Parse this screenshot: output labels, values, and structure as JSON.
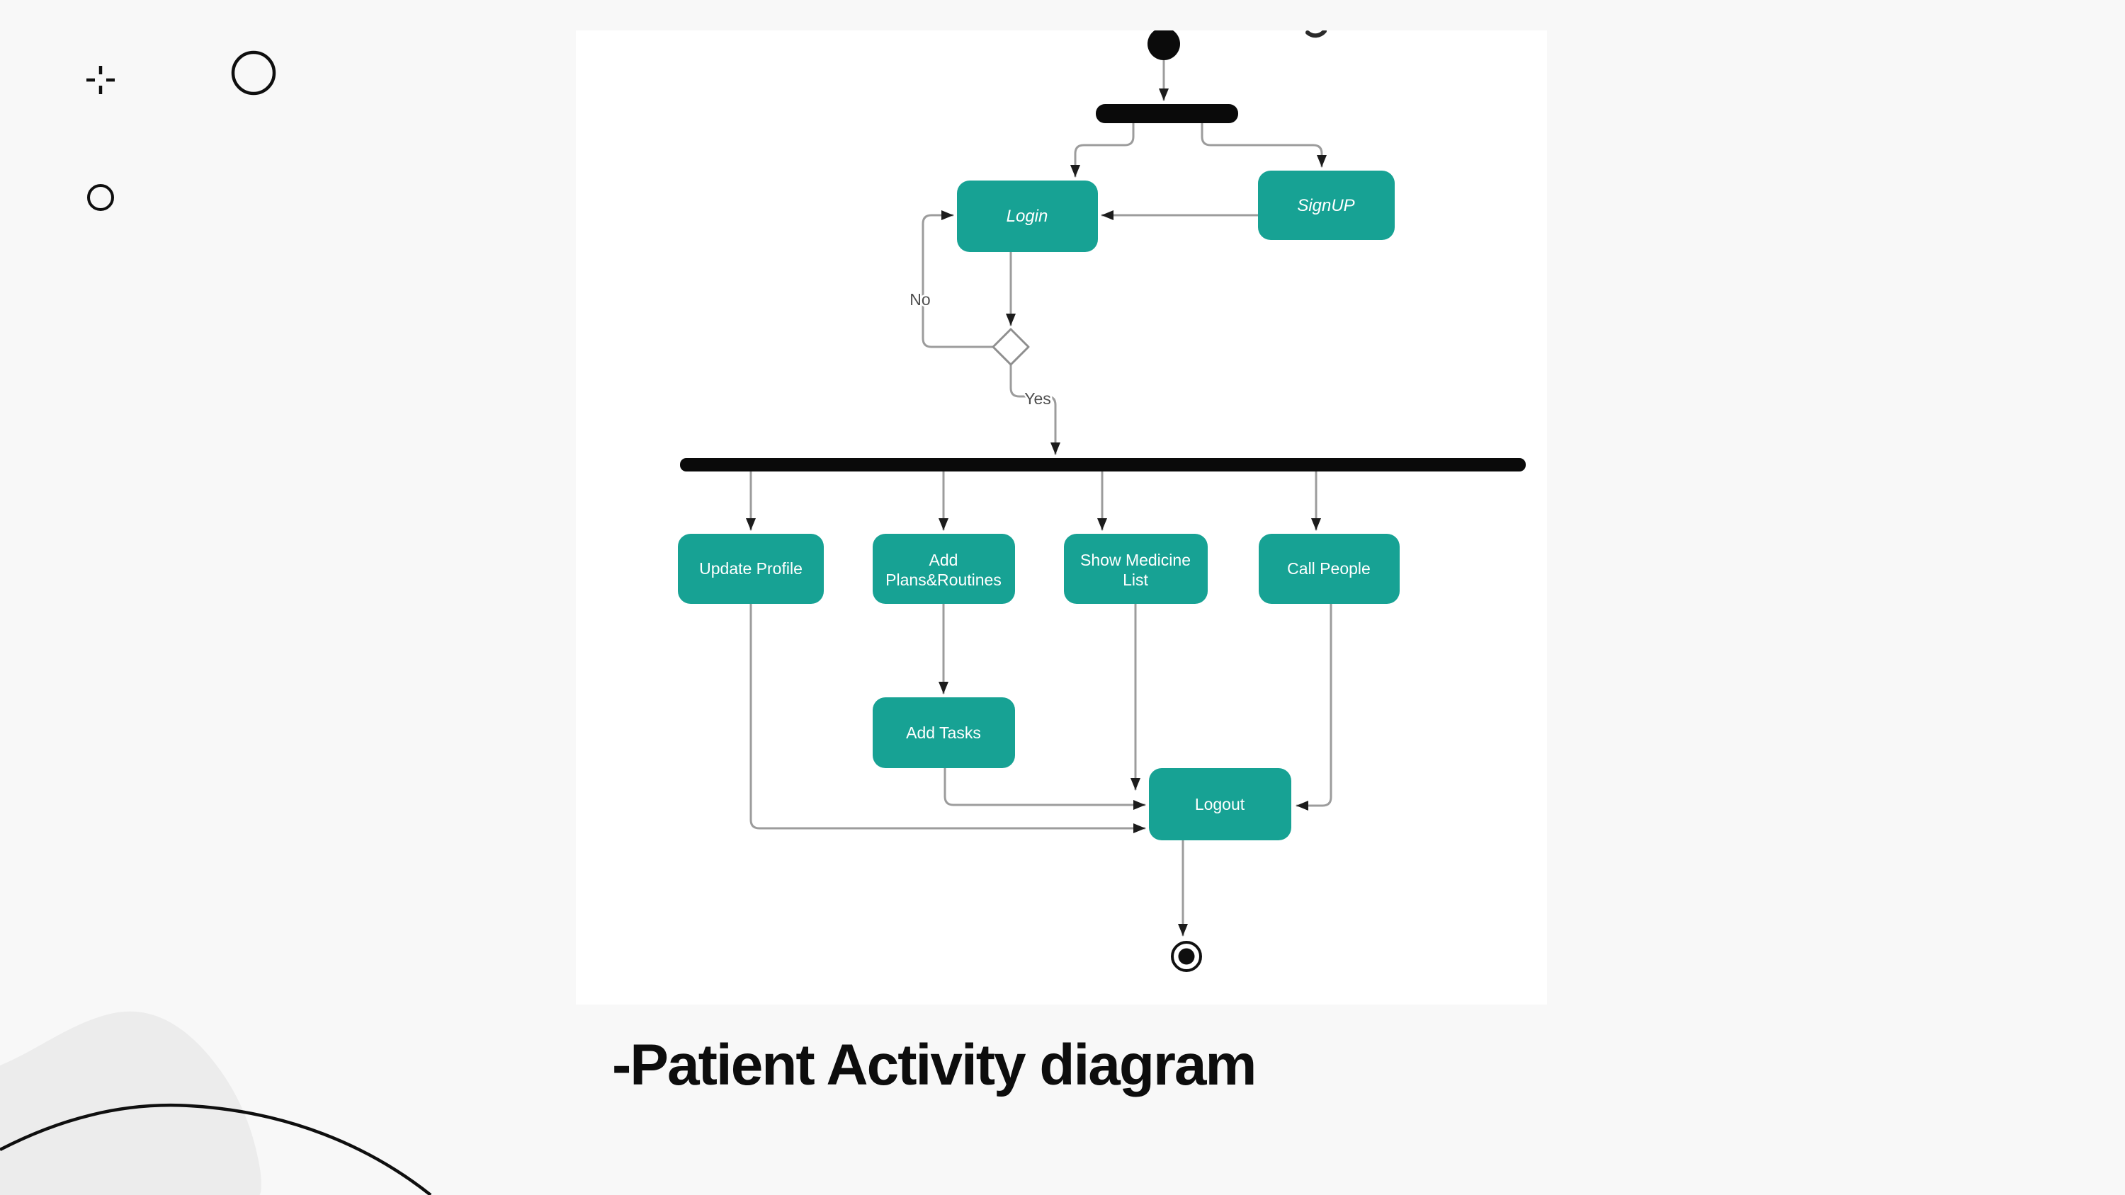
{
  "page": {
    "background_color": "#f8f8f8",
    "canvas_color": "#ffffff"
  },
  "title": {
    "text": "-Patient Activity diagram",
    "color": "#0d0d0d"
  },
  "diagram": {
    "colors": {
      "node_fill": "#17A294",
      "node_text": "#ffffff",
      "bar_fill": "#0a0a0a",
      "line": "#9c9c9c",
      "arrowhead": "#1c1c1c"
    },
    "nodes": {
      "login": {
        "label": "Login"
      },
      "signup": {
        "label": "SignUP"
      },
      "update_profile": {
        "label": "Update Profile"
      },
      "add_plans": {
        "lines": [
          "Add",
          "Plans&Routines"
        ]
      },
      "show_medicine": {
        "lines": [
          "Show Medicine",
          "List"
        ]
      },
      "call_people": {
        "label": "Call People"
      },
      "add_tasks": {
        "label": "Add Tasks"
      },
      "logout": {
        "label": "Logout"
      }
    },
    "edge_labels": {
      "no": "No",
      "yes": "Yes"
    }
  }
}
